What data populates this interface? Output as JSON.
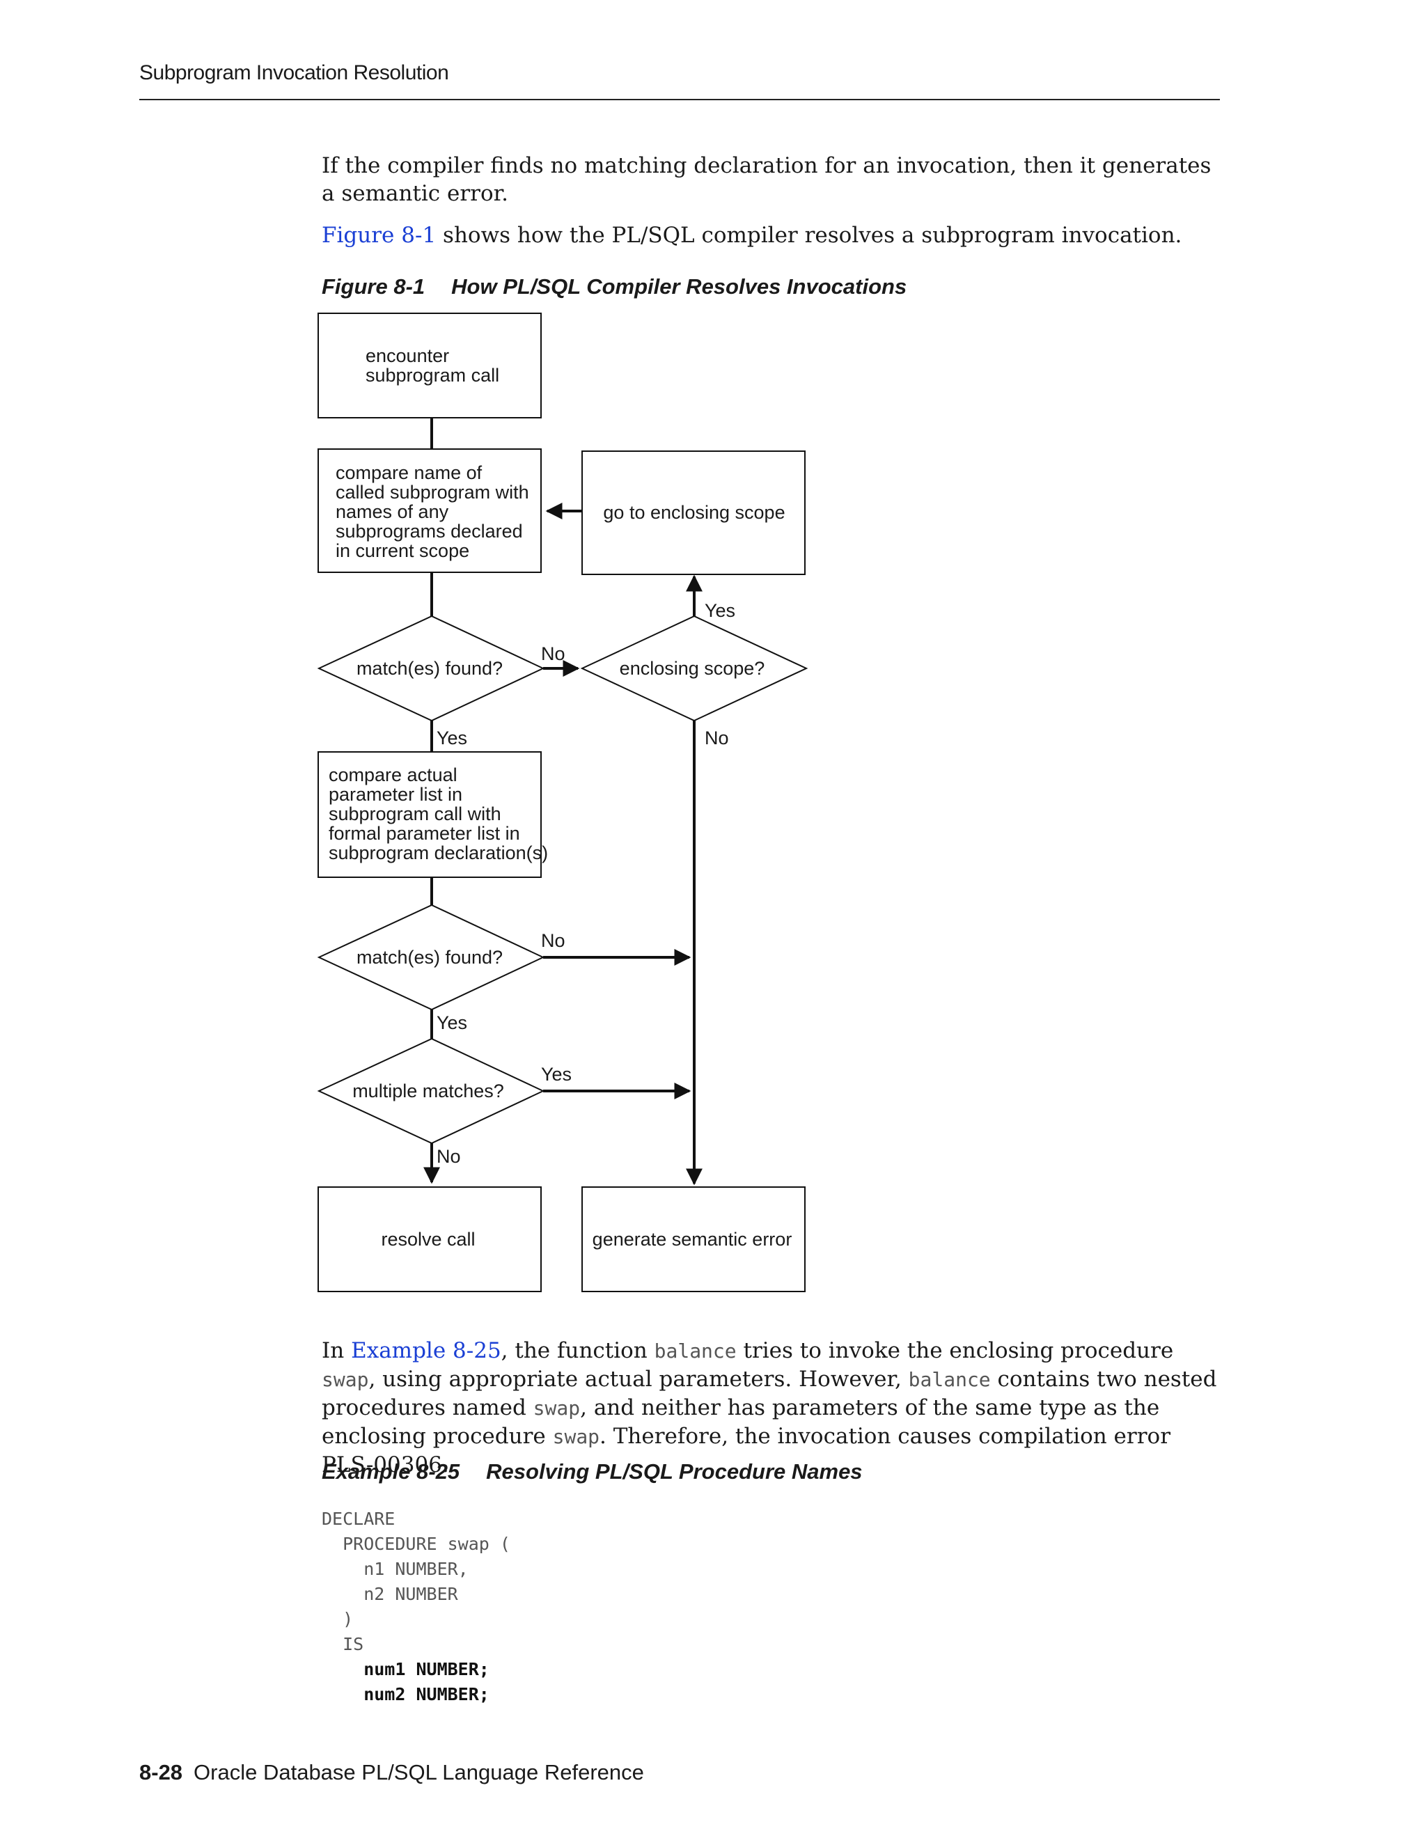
{
  "header": {
    "title": "Subprogram Invocation Resolution"
  },
  "intro": {
    "p1": "If the compiler finds no matching declaration for an invocation, then it generates a semantic error.",
    "p2_link": "Figure 8-1",
    "p2_rest": " shows how the PL/SQL compiler resolves a subprogram invocation."
  },
  "figure": {
    "label": "Figure 8-1",
    "title": "How PL/SQL Compiler Resolves Invocations",
    "nodes": {
      "start": [
        "encounter",
        "subprogram call"
      ],
      "compare_name": [
        "compare name of",
        "called subprogram with",
        "names of any",
        "subprograms declared",
        "in current scope"
      ],
      "enclosing_box": "go to enclosing scope",
      "match1": "match(es) found?",
      "enclosing_q": "enclosing scope?",
      "compare_params": [
        "compare actual",
        "parameter list in",
        "subprogram call with",
        "formal parameter list in",
        "subprogram declaration(s)"
      ],
      "match2": "match(es) found?",
      "multiple": "multiple matches?",
      "resolve": "resolve call",
      "error": "generate semantic error"
    },
    "labels": {
      "yes": "Yes",
      "no": "No"
    }
  },
  "para3": {
    "t1": "In ",
    "link": "Example 8-25",
    "t2": ", the function ",
    "c1": "balance",
    "t3": " tries to invoke the enclosing procedure ",
    "c2": "swap",
    "t4": ", using appropriate actual parameters. However, ",
    "c3": "balance",
    "t5": " contains two nested procedures named ",
    "c4": "swap",
    "t6": ", and neither has parameters of the same type as the enclosing procedure ",
    "c5": "swap",
    "t7": ". Therefore, the invocation causes compilation error PLS-00306."
  },
  "example": {
    "label": "Example 8-25",
    "title": "Resolving PL/SQL Procedure Names",
    "code": [
      "DECLARE",
      "  PROCEDURE swap (",
      "    n1 NUMBER,",
      "    n2 NUMBER",
      "  )",
      "  IS"
    ],
    "code_bold": [
      "    num1 NUMBER;",
      "    num2 NUMBER;"
    ]
  },
  "footer": {
    "page": "8-28",
    "book": "Oracle Database PL/SQL Language Reference"
  }
}
